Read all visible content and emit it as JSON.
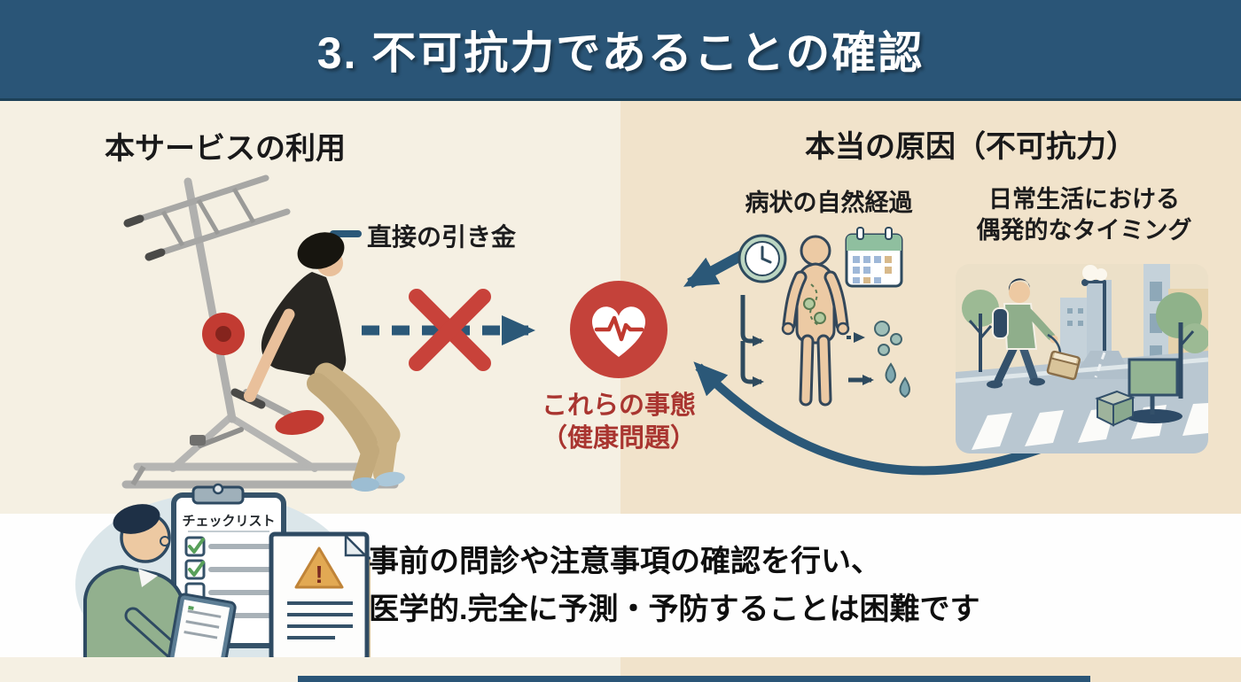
{
  "header": {
    "title": "3. 不可抗力であることの確認"
  },
  "left_section": {
    "title": "本サービスの利用"
  },
  "trigger": {
    "label": "直接の引き金"
  },
  "outcome": {
    "caption_line1": "これらの事態",
    "caption_line2": "（健康問題）"
  },
  "right_section": {
    "title": "本当の原因（不可抗力）",
    "cause_natural": "病状の自然経過",
    "cause_timing_line1": "日常生活における",
    "cause_timing_line2": "偶発的なタイミング"
  },
  "bottom_note": {
    "line1": "事前の問診や注意事項の確認を行い、",
    "line2": "医学的.完全に予測・予防することは困難です"
  },
  "checklist": {
    "title": "チェックリスト"
  },
  "colors": {
    "header_bg": "#2a5577",
    "panel_left_bg": "#f5f0e3",
    "panel_right_bg": "#f1e3cb",
    "arrow_navy": "#2b5878",
    "heart_red": "#c4423a",
    "cross_red": "#c8423a",
    "caption_red": "#a93530",
    "white_band": "#fefefe"
  }
}
